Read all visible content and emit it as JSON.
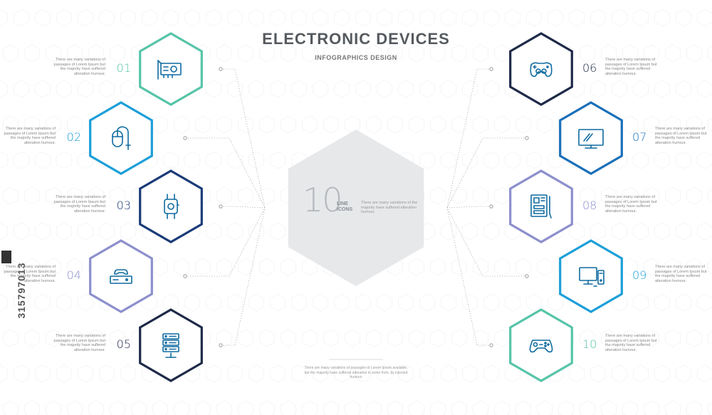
{
  "title": "ELECTRONIC DEVICES",
  "subtitle": "INFOGRAPHICS DESIGN",
  "center": {
    "number": "10",
    "label_line1": "LINE",
    "label_line2": "ICONS",
    "description": "There are many variations of the majority have suffered alteration humour."
  },
  "bottom_text": "There are many variations of passages of Lorem Ipsum available, but the majority have suffered alteration in some form, by injected humour",
  "side_code": "315797013",
  "item_description": "There are many variations of passages of Lorem Ipsum but the majority have suffered alteration humour.",
  "colors": {
    "teal": "#56c4a8",
    "cyan": "#1b9fd8",
    "navy": "#1a3b78",
    "lavender": "#8c8fcc",
    "dark": "#1e2a48",
    "blue": "#1a6fb8",
    "icon": "#0f6aa0",
    "center_hex": "#e6e8ea",
    "dots": "#aaaaaa"
  },
  "items": [
    {
      "num": "01",
      "icon": "network-card-icon",
      "color": "teal"
    },
    {
      "num": "02",
      "icon": "mouse-icon",
      "color": "cyan"
    },
    {
      "num": "03",
      "icon": "smartwatch-icon",
      "color": "navy"
    },
    {
      "num": "04",
      "icon": "game-console-icon",
      "color": "lavender"
    },
    {
      "num": "05",
      "icon": "server-icon",
      "color": "dark"
    },
    {
      "num": "06",
      "icon": "gamepad-icon",
      "color": "dark"
    },
    {
      "num": "07",
      "icon": "monitor-icon",
      "color": "blue"
    },
    {
      "num": "08",
      "icon": "motherboard-icon",
      "color": "lavender"
    },
    {
      "num": "09",
      "icon": "desktop-computer-icon",
      "color": "cyan"
    },
    {
      "num": "10",
      "icon": "game-controller-icon",
      "color": "teal"
    }
  ]
}
